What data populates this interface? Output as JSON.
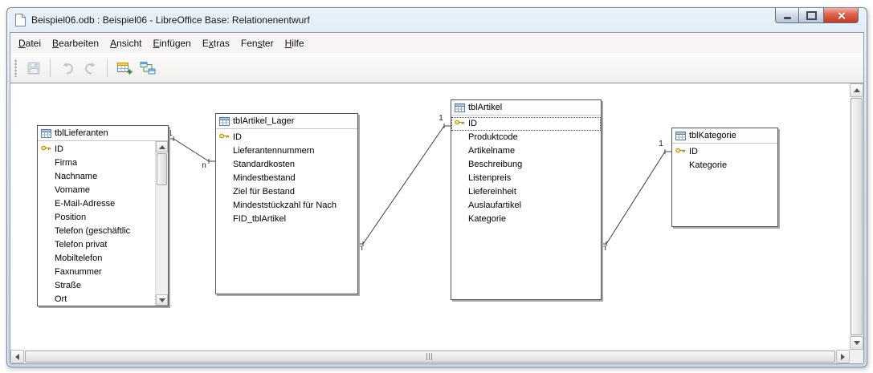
{
  "window": {
    "title": "Beispiel06.odb : Beispiel06 - LibreOffice Base: Relationenentwurf",
    "controls": [
      "minimize",
      "maximize",
      "close"
    ]
  },
  "menu": {
    "items": [
      {
        "label": "Datei",
        "pre": "",
        "accel": "D",
        "post": "atei"
      },
      {
        "label": "Bearbeiten",
        "pre": "",
        "accel": "B",
        "post": "earbeiten"
      },
      {
        "label": "Ansicht",
        "pre": "",
        "accel": "A",
        "post": "nsicht"
      },
      {
        "label": "Einfügen",
        "pre": "",
        "accel": "E",
        "post": "infügen"
      },
      {
        "label": "Extras",
        "pre": "E",
        "accel": "x",
        "post": "tras"
      },
      {
        "label": "Fenster",
        "pre": "Fen",
        "accel": "s",
        "post": "ter"
      },
      {
        "label": "Hilfe",
        "pre": "",
        "accel": "H",
        "post": "ilfe"
      }
    ]
  },
  "toolbar": {
    "buttons": [
      {
        "icon": "save-icon",
        "enabled": false
      },
      {
        "icon": "undo-icon",
        "enabled": false
      },
      {
        "icon": "redo-icon",
        "enabled": false
      },
      {
        "icon": "add-table-icon",
        "enabled": true
      },
      {
        "icon": "new-relation-icon",
        "enabled": true
      }
    ]
  },
  "tables": [
    {
      "name": "tblLieferanten",
      "has_scrollbar": true,
      "fields": [
        {
          "name": "ID",
          "key": true
        },
        {
          "name": "Firma"
        },
        {
          "name": "Nachname"
        },
        {
          "name": "Vorname"
        },
        {
          "name": "E-Mail-Adresse"
        },
        {
          "name": "Position"
        },
        {
          "name": "Telefon (geschäftlic"
        },
        {
          "name": "Telefon privat"
        },
        {
          "name": "Mobiltelefon"
        },
        {
          "name": "Faxnummer"
        },
        {
          "name": "Straße"
        },
        {
          "name": "Ort"
        }
      ]
    },
    {
      "name": "tblArtikel_Lager",
      "fields": [
        {
          "name": "ID",
          "key": true
        },
        {
          "name": "Lieferantennummern"
        },
        {
          "name": "Standardkosten"
        },
        {
          "name": "Mindestbestand"
        },
        {
          "name": "Ziel für Bestand"
        },
        {
          "name": "Mindeststückzahl für Nach"
        },
        {
          "name": "FID_tblArtikel"
        }
      ]
    },
    {
      "name": "tblArtikel",
      "fields": [
        {
          "name": "ID",
          "key": true,
          "selected": true
        },
        {
          "name": "Produktcode"
        },
        {
          "name": "Artikelname"
        },
        {
          "name": "Beschreibung"
        },
        {
          "name": "Listenpreis"
        },
        {
          "name": "Liefereinheit"
        },
        {
          "name": "Auslaufartikel"
        },
        {
          "name": "Kategorie"
        }
      ]
    },
    {
      "name": "tblKategorie",
      "fields": [
        {
          "name": "ID",
          "key": true
        },
        {
          "name": "Kategorie"
        }
      ]
    }
  ],
  "relations": [
    {
      "from": "tblLieferanten",
      "to": "tblArtikel_Lager",
      "one": "1",
      "many": "n"
    },
    {
      "from": "tblArtikel",
      "to": "tblArtikel_Lager",
      "one": "1",
      "many": "n"
    },
    {
      "from": "tblKategorie",
      "to": "tblArtikel",
      "one": "1",
      "many": "n"
    }
  ]
}
